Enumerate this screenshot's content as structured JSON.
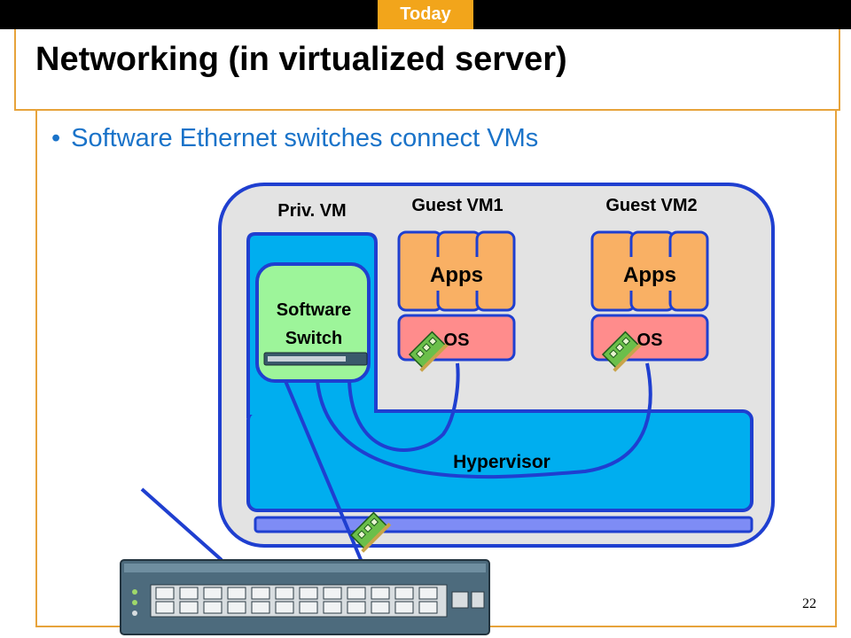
{
  "header": {
    "tab_label": "Today"
  },
  "slide": {
    "title": "Networking (in virtualized server)",
    "bullet": "Software Ethernet switches connect VMs",
    "page_number": "22"
  },
  "diagram": {
    "priv_vm_label": "Priv. VM",
    "guest_vm1_label": "Guest VM1",
    "guest_vm2_label": "Guest VM2",
    "apps_label_1": "Apps",
    "apps_label_2": "Apps",
    "os_label_1": "OS",
    "os_label_2": "OS",
    "software_switch_line1": "Software",
    "software_switch_line2": "Switch",
    "hypervisor_label": "Hypervisor"
  },
  "colors": {
    "accent_orange": "#f2a51b",
    "frame_orange": "#e7a33b",
    "bullet_blue": "#1a73c9",
    "outline_blue": "#1f3fd0",
    "hypervisor_cyan": "#00aeef",
    "apps_orange": "#f9b064",
    "os_pink": "#ff8c8c",
    "switch_green": "#9df59a",
    "server_gray": "#e3e3e3"
  }
}
